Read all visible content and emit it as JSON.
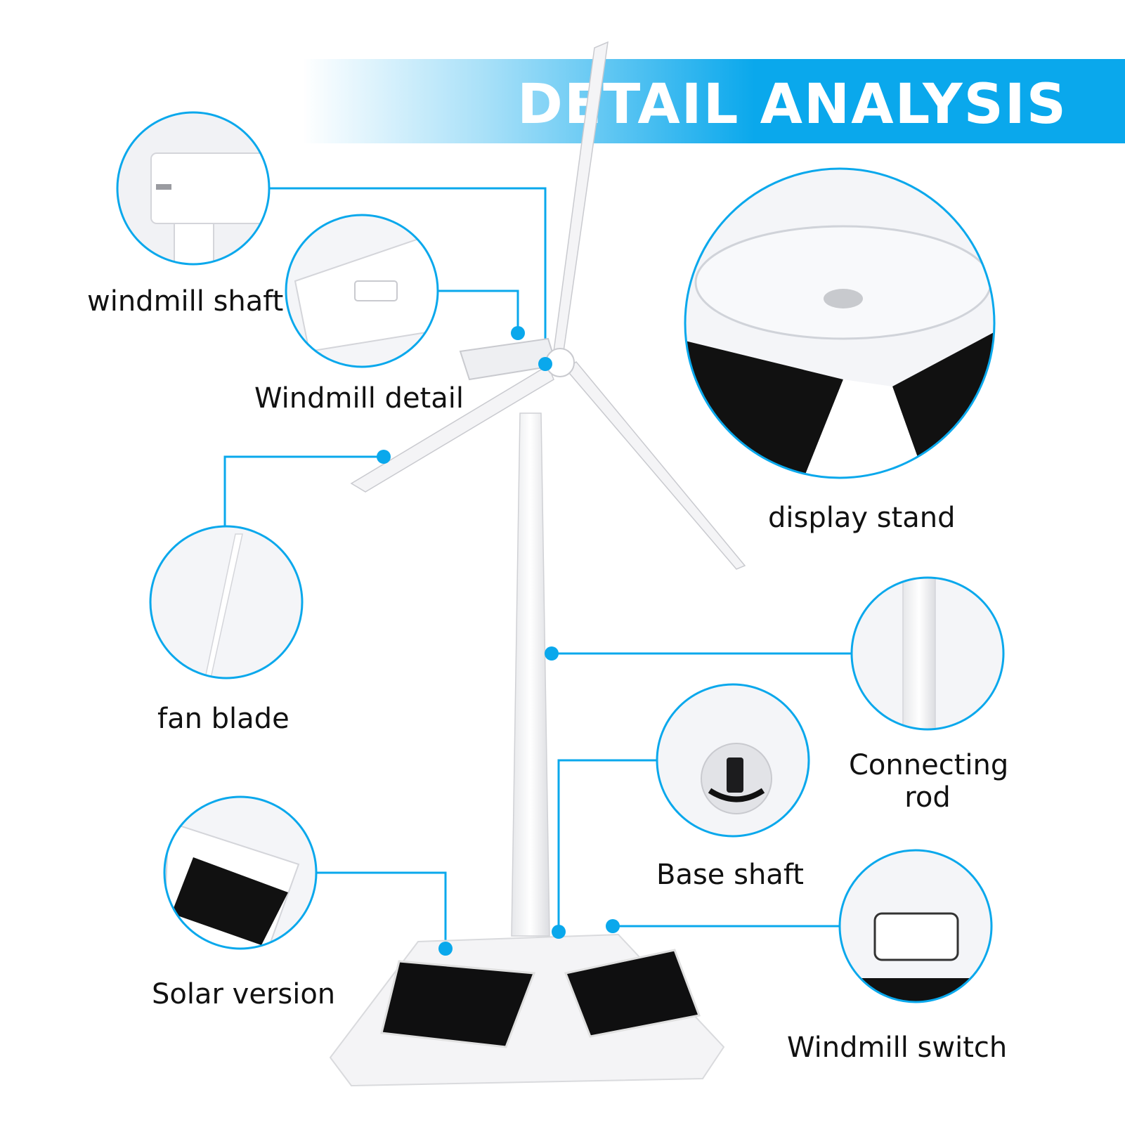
{
  "header": {
    "title": "DETAIL ANALYSIS"
  },
  "callouts": {
    "windmill_shaft": "windmill shaft",
    "windmill_detail": "Windmill detail",
    "display_stand": "display stand",
    "fan_blade": "fan blade",
    "connecting_rod_line1": "Connecting",
    "connecting_rod_line2": "rod",
    "base_shaft": "Base shaft",
    "solar_version": "Solar version",
    "windmill_switch": "Windmill switch"
  },
  "colors": {
    "accent": "#0aa8ec",
    "panel": "#111111",
    "model_white": "#f7f7f9"
  }
}
